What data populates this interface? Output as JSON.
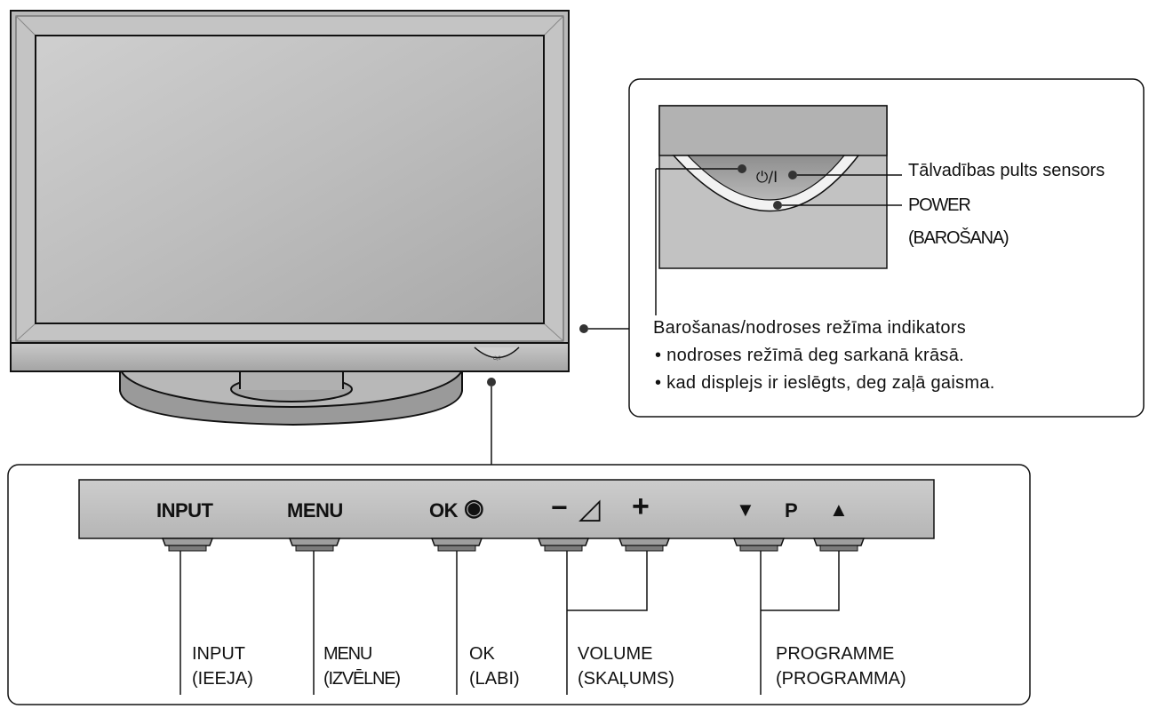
{
  "tv": {
    "front_power_symbol": "⏻/I"
  },
  "detail_panel": {
    "power_symbol": "⏻/I",
    "remote_sensor_label": "Tālvadības pults sensors",
    "power_label": "POWER",
    "power_label_translation": "(BAROŠANA)"
  },
  "indicator": {
    "title": "Barošanas/nodroses režīma indikators",
    "bullets": [
      "• nodroses režīmā deg sarkanā krāsā.",
      "• kad displejs ir ieslēgts, deg zaļā gaisma."
    ]
  },
  "control_panel": {
    "buttons": {
      "input": "INPUT",
      "menu": "MENU",
      "ok": "OK",
      "ok_icon": "◉",
      "vol_minus": "−",
      "vol_icon": "◿",
      "vol_plus": "+",
      "prog_down": "▼",
      "prog_p": "P",
      "prog_up": "▲"
    },
    "labels": [
      {
        "line1": "INPUT",
        "line2": "(IEEJA)"
      },
      {
        "line1": "MENU",
        "line2": "(IZVĒLNE)"
      },
      {
        "line1": "OK",
        "line2": "(LABI)"
      },
      {
        "line1": "VOLUME",
        "line2": "(SKAĻUMS)"
      },
      {
        "line1": "PROGRAMME",
        "line2": "(PROGRAMMA)"
      }
    ]
  }
}
